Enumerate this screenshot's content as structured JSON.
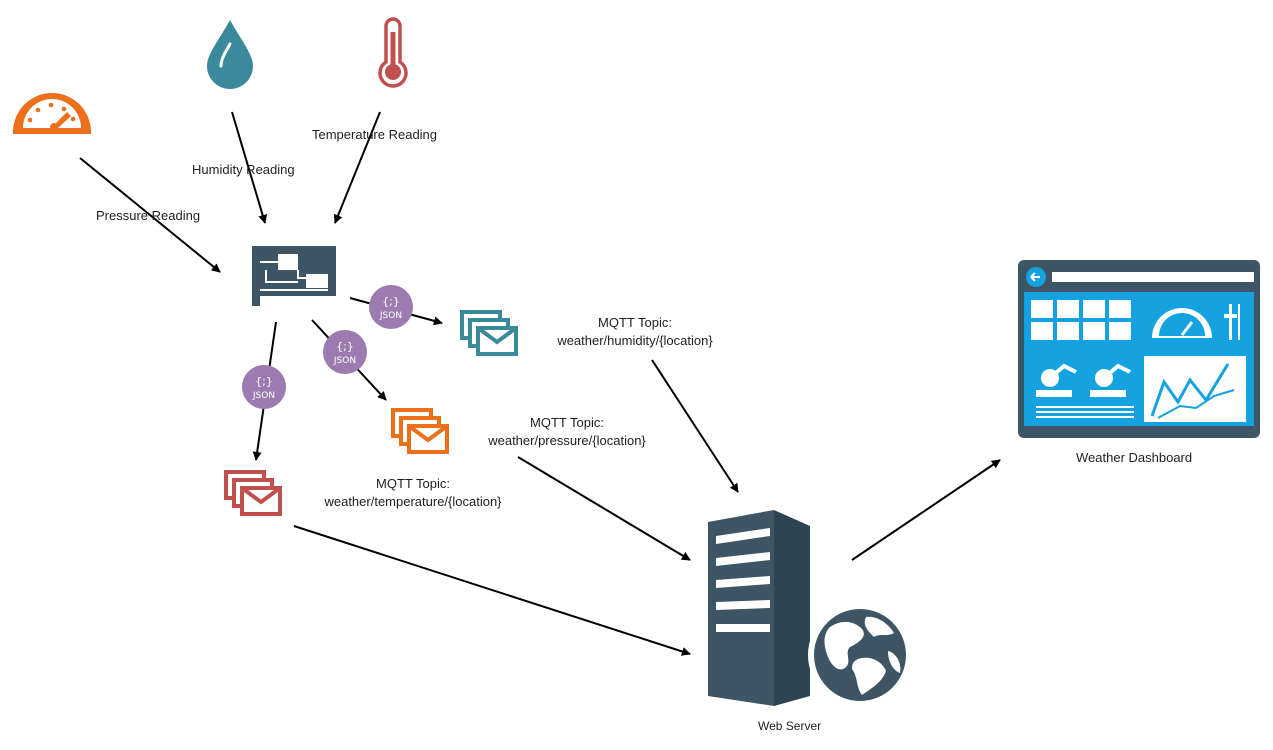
{
  "labels": {
    "pressure_reading": "Pressure Reading",
    "humidity_reading": "Humidity Reading",
    "temperature_reading": "Temperature Reading",
    "web_server": "Web Server",
    "weather_dashboard": "Weather Dashboard"
  },
  "topics": {
    "humidity": {
      "title": "MQTT Topic:",
      "path": "weather/humidity/{location}"
    },
    "pressure": {
      "title": "MQTT Topic:",
      "path": "weather/pressure/{location}"
    },
    "temperature": {
      "title": "MQTT Topic:",
      "path": "weather/temperature/{location}"
    }
  },
  "badge_text": {
    "top": "{;}",
    "bottom": "JSON"
  },
  "colors": {
    "pressure": "#ec6f1c",
    "humidity": "#3a8a9c",
    "temperature": "#c0504d",
    "json_badge": "#9b7bb0",
    "slate": "#3e5566",
    "dashboard_accent": "#14a2e0",
    "arrow": "#000000"
  },
  "icons": {
    "pressure_sensor": "pressure-gauge-icon",
    "humidity_sensor": "water-drop-icon",
    "temperature_sensor": "thermometer-icon",
    "board": "circuit-board-icon",
    "messages": "envelope-stack-icon",
    "server": "server-tower-icon",
    "globe": "globe-icon",
    "dashboard": "dashboard-window-icon"
  }
}
